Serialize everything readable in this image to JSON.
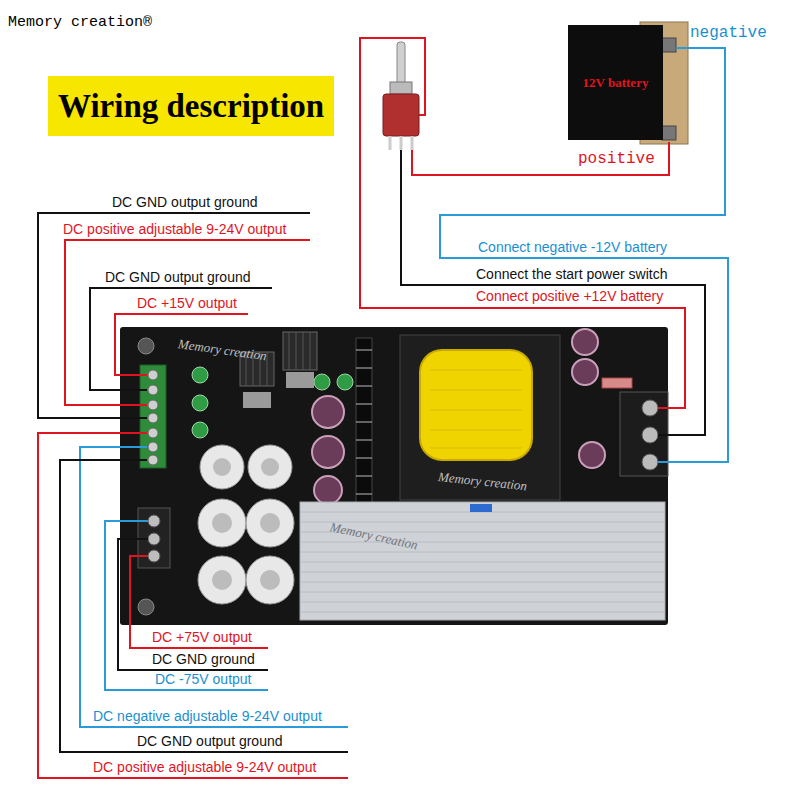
{
  "diagram": {
    "title": "Wiring description",
    "nodes": [
      {
        "text": [
          "12V battery"
        ]
      }
    ],
    "labels": [
      "Memory creation®",
      "negative",
      "positive",
      "Connect negative -12V battery",
      "Connect the start power switch",
      "Connect positive +12V battery",
      "DC GND output ground",
      "DC positive adjustable 9-24V output",
      "DC GND output ground",
      "DC +15V output",
      "DC +75V output",
      "DC GND ground",
      "DC -75V output",
      "DC negative adjustable 9-24V output",
      "DC GND output ground",
      "DC positive adjustable 9-24V output",
      "Memory creation",
      "Memory creation",
      "Memory creation"
    ]
  }
}
